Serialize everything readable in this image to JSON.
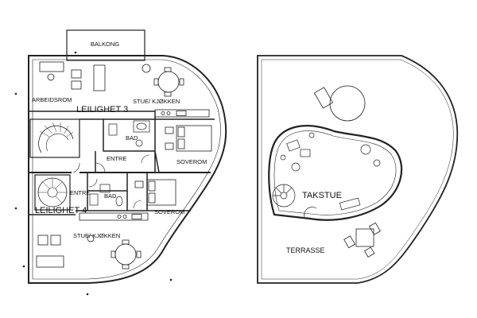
{
  "floor_plan": {
    "labels": {
      "balcony": "BALKONG",
      "study": "ARBEIDSROM",
      "living_kitchen_3": "STUE/ KJØKKEN",
      "unit_3": "LEILIGHET 3",
      "bath_3": "BAD",
      "entrance_3": "ENTRE",
      "bedroom_3": "SOVEROM",
      "entrance_4": "ENTRE",
      "bath_4": "BAD",
      "unit_4": "LEILIGHET 4",
      "bedroom_4": "SOVEROM",
      "living_kitchen_4": "STUE/ KJØKKEN"
    }
  },
  "roof_plan": {
    "labels": {
      "roof_lounge": "TAKSTUE",
      "terrace": "TERRASSE"
    }
  }
}
